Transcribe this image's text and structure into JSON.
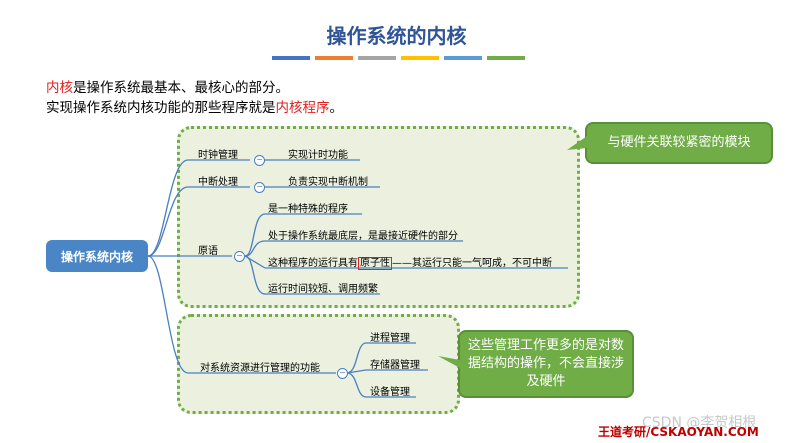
{
  "title": "操作系统的内核",
  "title_bar_colors": [
    "#4472c4",
    "#ed7d31",
    "#a5a5a5",
    "#ffc000",
    "#5b9bd5",
    "#70ad47"
  ],
  "intro": {
    "line1_highlight": "内核",
    "line1_rest": "是操作系统最基本、最核心的部分。",
    "line2_start": "实现操作系统内核功能的那些程序就是",
    "line2_highlight": "内核程序",
    "line2_end": "。"
  },
  "root": "操作系统内核",
  "branches": {
    "clock": {
      "label": "时钟管理",
      "child": "实现计时功能"
    },
    "interrupt": {
      "label": "中断处理",
      "child": "负责实现中断机制"
    },
    "primitive": {
      "label": "原语",
      "children": [
        "是一种特殊的程序",
        "处于操作系统最底层，是最接近硬件的部分",
        "这种程序的运行具有",
        "运行时间较短、调用频繁"
      ],
      "atomic_highlight": "原子性",
      "atomic_rest": "——其运行只能一气呵成，不可中断"
    },
    "resource": {
      "label": "对系统资源进行管理的功能",
      "children": [
        "进程管理",
        "存储器管理",
        "设备管理"
      ]
    }
  },
  "callout_top": "与硬件关联较紧密的模块",
  "callout_bottom": "这些管理工作更多的是对数据结构的操作，不会直接涉及硬件",
  "watermark": "CSDN @李贺相根",
  "footer": "王道考研/CSKAOYAN.COM"
}
